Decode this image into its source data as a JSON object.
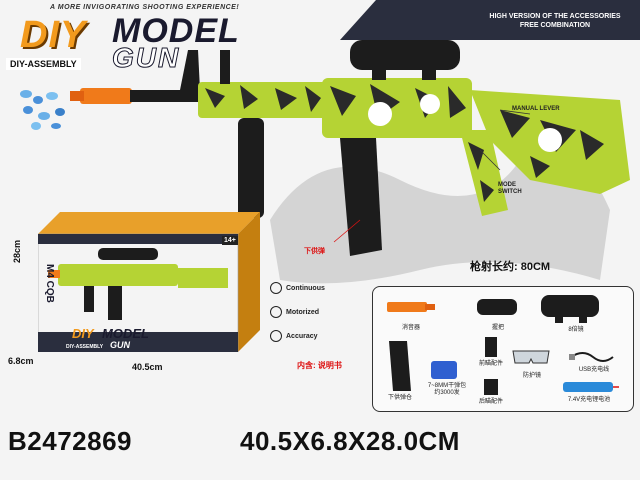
{
  "banner": {
    "tagline": "A MORE INVIGORATING SHOOTING EXPERIENCE!",
    "title_diy": "DIY",
    "title_model": "MODEL",
    "title_gun": "GUN",
    "subtitle": "DIY-ASSEMBLY",
    "accessories_note_1": "HIGH VERSION OF THE ACCESSORIES",
    "accessories_note_2": "FREE COMBINATION"
  },
  "callouts": {
    "manual_lever": "MANUAL LEVER",
    "mode_switch": "MODE SWITCH",
    "magazine_zh": "下供弹"
  },
  "range": {
    "label": "枪射长约: 80CM"
  },
  "box": {
    "model_name": "M4 CQB",
    "age": "14+",
    "title_diy": "DIY",
    "title_model": "MODEL",
    "title_gun": "GUN",
    "subtitle": "DIY-ASSEMBLY",
    "dim_height": "28cm",
    "dim_depth": "6.8cm",
    "dim_width": "40.5cm"
  },
  "features": [
    {
      "label": "Continuous",
      "icon": "continuous-icon"
    },
    {
      "label": "Motorized",
      "icon": "motor-icon"
    },
    {
      "label": "Accuracy",
      "icon": "accuracy-icon"
    }
  ],
  "contents_note": "内含: 说明书",
  "parts": {
    "silencer": "消音器",
    "grip": "握把",
    "scope": "8倍镜",
    "front_sight": "前瞄配件",
    "rear_sight": "后瞄配件",
    "magazine": "下供弹仓",
    "gel_balls": "7~8MM干弹包\n约3000发",
    "goggles": "防护镜",
    "usb_cable": "USB充电线",
    "battery": "7.4V充电锂电池"
  },
  "footer": {
    "sku": "B2472869",
    "dimensions": "40.5X6.8X28.0CM"
  },
  "colors": {
    "accent_orange": "#f29a1d",
    "camo_green": "#b5d334",
    "dark_navy": "#1a1a2e",
    "label_red": "#d11111"
  }
}
